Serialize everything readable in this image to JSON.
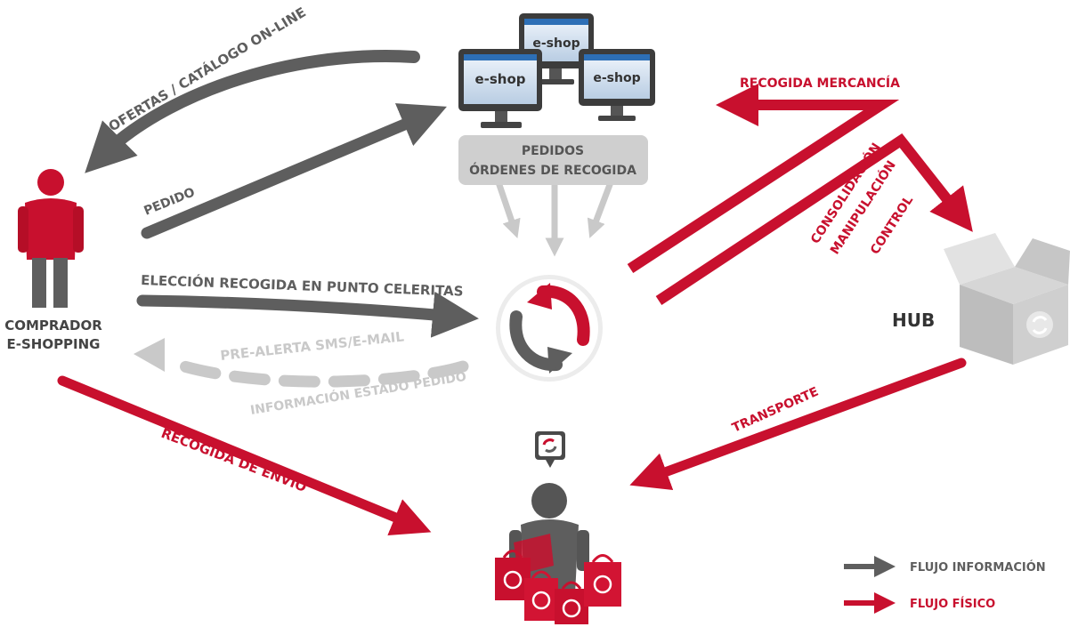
{
  "labels": {
    "ofertas": "OFERTAS / CATÁLOGO ON-LINE",
    "pedido": "PEDIDO",
    "eleccion": "ELECCIÓN RECOGIDA EN PUNTO CELERITAS",
    "prealerta": "PRE-ALERTA SMS/E-MAIL",
    "informacion": "INFORMACIÓN ESTADO PEDIDO",
    "recogida_envio": "RECOGIDA DE ENVÍO",
    "recogida_mercancia": "RECOGIDA MERCANCÍA",
    "consolidacion": "CONSOLIDACIÓN",
    "manipulacion": "MANIPULACIÓN",
    "control": "CONTROL",
    "transporte": "TRANSPORTE",
    "hub": "HUB",
    "comprador_1": "COMPRADOR",
    "comprador_2": "E-SHOPPING",
    "pedidos_1": "PEDIDOS",
    "pedidos_2": "ÓRDENES DE RECOGIDA",
    "eshop": "e-shop"
  },
  "legend": {
    "info": "FLUJO INFORMACIÓN",
    "fisico": "FLUJO FÍSICO"
  },
  "colors": {
    "red": "#c8102e",
    "gray": "#5e5e5e",
    "light_gray": "#c9c9c9"
  }
}
